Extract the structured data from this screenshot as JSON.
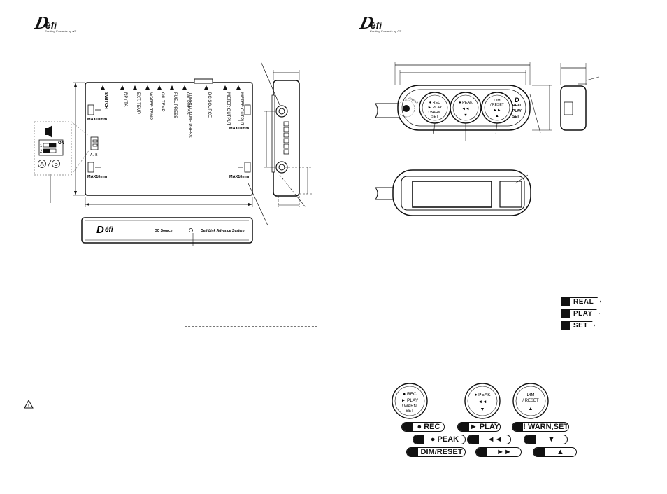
{
  "logo": {
    "mark": "D",
    "wordmark": "éfi",
    "tagline": "Exciting Products by NS"
  },
  "unit_top": {
    "switch_label": "SWITCH",
    "port_labels": [
      "RP / TA",
      "EXT. TEMP",
      "WATER TEMP",
      "OIL TEMP",
      "FUEL PRESS",
      "OIL PRESS",
      "TURBO / IN-MF PRESS",
      "DC SOURCE",
      "METER OUTPUT",
      "METER OUTPUT"
    ],
    "max_labels": [
      "MAX10mm",
      "MAX10mm",
      "MAX10mm",
      "MAX10mm"
    ],
    "dip_on": "ON",
    "dip_positions": [
      "1",
      "2"
    ],
    "dip_circle_a": "A",
    "dip_circle_b": "B",
    "dip_small": "A / B"
  },
  "unit_front": {
    "logo_mark": "D",
    "logo_word": "éfi",
    "source_label": "DC Source",
    "system_label": "Defi-Link Advance System"
  },
  "controller": {
    "buttons": [
      {
        "lines": [
          "● REC",
          "► PLAY",
          "! WARN.",
          "SET"
        ]
      },
      {
        "lines": [
          "● PEAK",
          "◄◄",
          "▼"
        ]
      },
      {
        "lines": [
          "DIM",
          "/ RESET",
          "►►",
          "▲"
        ]
      }
    ],
    "side_labels": [
      "REAL",
      "PLAY",
      "SET"
    ],
    "control_text": "CONTROL"
  },
  "mode_badges": [
    "REAL",
    "PLAY",
    "SET"
  ],
  "legend_buttons": [
    {
      "lines": [
        "● REC",
        "► PLAY",
        "! WARN.",
        "SET"
      ]
    },
    {
      "lines": [
        "● PEAK",
        "◄◄",
        "▼"
      ]
    },
    {
      "lines": [
        "DIM",
        "/ RESET",
        "▲"
      ]
    }
  ],
  "legend_pills": [
    [
      "● REC",
      "► PLAY",
      "! WARN,SET"
    ],
    [
      "● PEAK",
      "◄◄",
      "▼"
    ],
    [
      "DIM/RESET",
      "►►",
      "▲"
    ]
  ],
  "warning_symbol": "⚠"
}
